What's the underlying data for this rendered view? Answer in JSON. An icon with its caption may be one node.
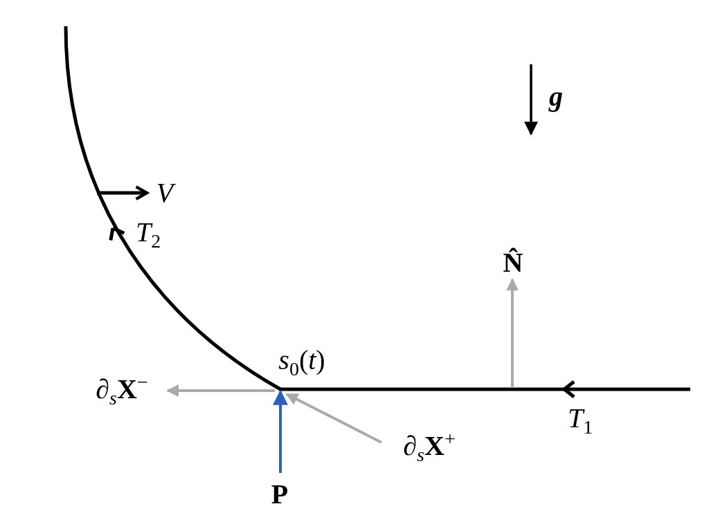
{
  "diagram": {
    "labels": [
      "g",
      "V",
      "*T*$_{2}$",
      "N̂",
      "*s*$_{0}$(*t*)",
      "∂$_{s}$**X**$^{−}$",
      "*T*$_{1}$",
      "∂$_{s}$**X**$^{+}$",
      "P"
    ]
  }
}
